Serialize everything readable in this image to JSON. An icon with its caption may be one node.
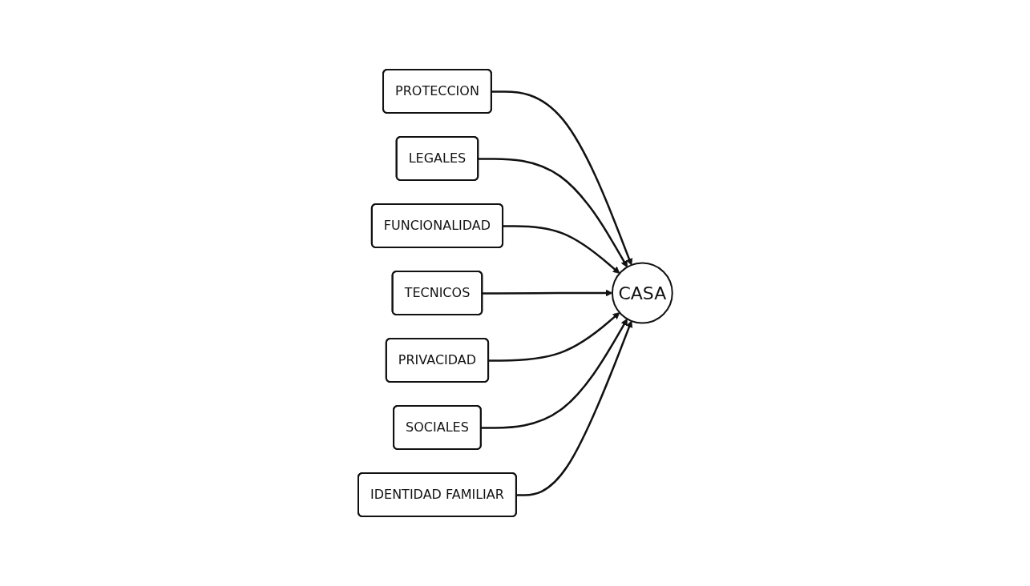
{
  "diagram": {
    "nodes": [
      {
        "text": [
          "PROTECCION"
        ]
      },
      {
        "text": [
          "LEGALES"
        ]
      },
      {
        "text": [
          "FUNCIONALIDAD"
        ]
      },
      {
        "text": [
          "CASA"
        ]
      },
      {
        "text": [
          "TECNICOS"
        ]
      },
      {
        "text": [
          "PRIVACIDAD"
        ]
      },
      {
        "text": [
          "SOCIALES"
        ]
      },
      {
        "text": [
          "IDENTIDAD FAMILIAR"
        ]
      }
    ],
    "edges": [
      {
        "from": 0,
        "to": 3,
        "arrow": "to"
      },
      {
        "from": 1,
        "to": 3,
        "arrow": "to"
      },
      {
        "from": 2,
        "to": 3,
        "arrow": "to"
      },
      {
        "from": 4,
        "to": 3,
        "arrow": "to"
      },
      {
        "from": 5,
        "to": 3,
        "arrow": "to"
      },
      {
        "from": 6,
        "to": 3,
        "arrow": "to"
      },
      {
        "from": 7,
        "to": 3,
        "arrow": "to"
      }
    ]
  }
}
